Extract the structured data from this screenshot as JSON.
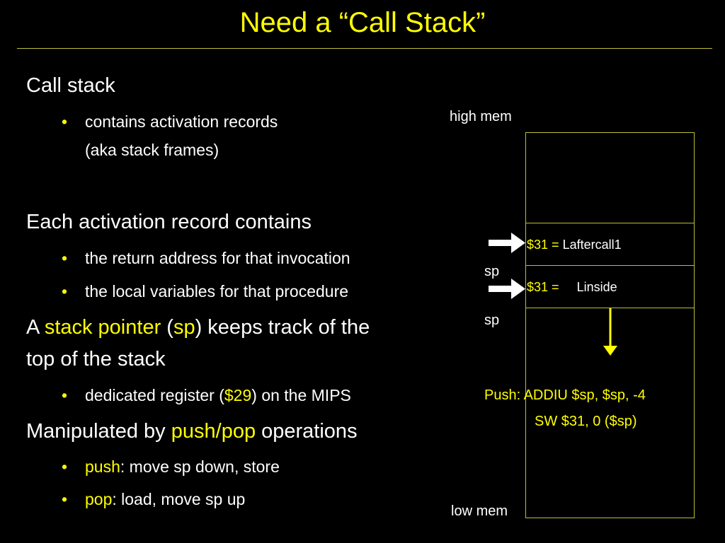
{
  "slide": {
    "title": "Need a “Call Stack”"
  },
  "content": {
    "heading_call_stack": "Call stack",
    "bullet_activation_line1": "contains activation records",
    "bullet_activation_line2": "(aka stack frames)",
    "heading_each_record": "Each activation record contains",
    "bullet_return_address": "the return address for that invocation",
    "bullet_local_vars": "the local variables for that procedure",
    "sp_line1_prefix": "A ",
    "sp_line1_highlight": "stack pointer",
    "sp_line1_paren_open": " (",
    "sp_line1_sp": "sp",
    "sp_line1_suffix": ") keeps track of the",
    "sp_line2": "top of the stack",
    "bullet_register_prefix": "dedicated register (",
    "bullet_register_highlight": "$29",
    "bullet_register_suffix": ") on the MIPS",
    "manip_prefix": "Manipulated by ",
    "manip_highlight": "push/pop",
    "manip_suffix": " operations",
    "bullet_push_highlight": "push",
    "bullet_push_suffix": ": move sp down, store",
    "bullet_pop_highlight": "pop",
    "bullet_pop_suffix": ": load, move sp up",
    "bullet_glyph": "•"
  },
  "diagram": {
    "high_mem_label": "high mem",
    "low_mem_label": "low mem",
    "sp_label_1": "sp",
    "sp_label_2": "sp",
    "frame1_reg": "$31 =",
    "frame1_value": "Laftercall1",
    "frame2_reg": "$31 =",
    "frame2_value": "Linside",
    "push_line1": "Push: ADDIU $sp, $sp, -4",
    "push_line2": "SW $31, 0 ($sp)"
  },
  "colors": {
    "background": "#000000",
    "text": "#ffffff",
    "accent": "#ffff00",
    "rule": "#bdbd3a"
  }
}
